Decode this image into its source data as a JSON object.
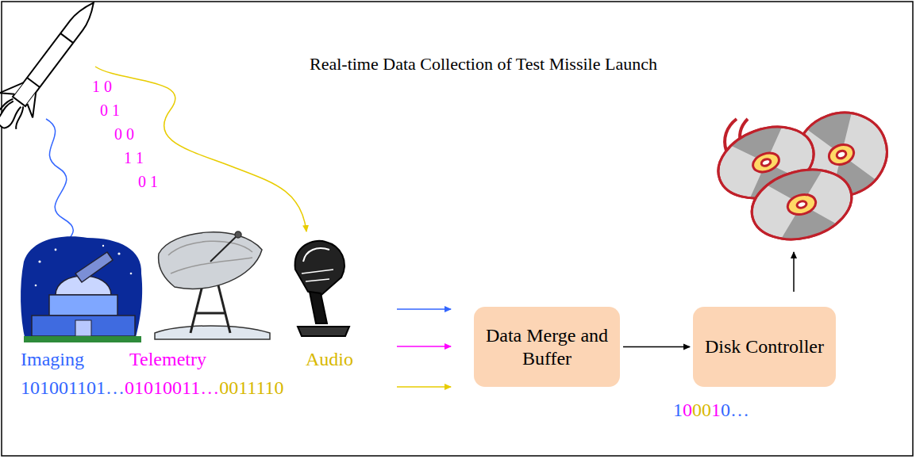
{
  "diagram": {
    "title": "Real-time Data Collection of Test Missile Launch",
    "nodes": [
      {
        "text": [
          "Data Merge and Buffer"
        ]
      },
      {
        "text": [
          "Disk Controller"
        ]
      }
    ],
    "edges": [
      {
        "from": 0,
        "to": 1,
        "arrow": "to"
      }
    ],
    "labels": [
      "1 0",
      "0 1",
      "0 0",
      "1 1",
      "0 1",
      "Imaging",
      "Telemetry",
      "Audio",
      "101001101…",
      "01010011…",
      "0011110",
      "100010…"
    ]
  }
}
